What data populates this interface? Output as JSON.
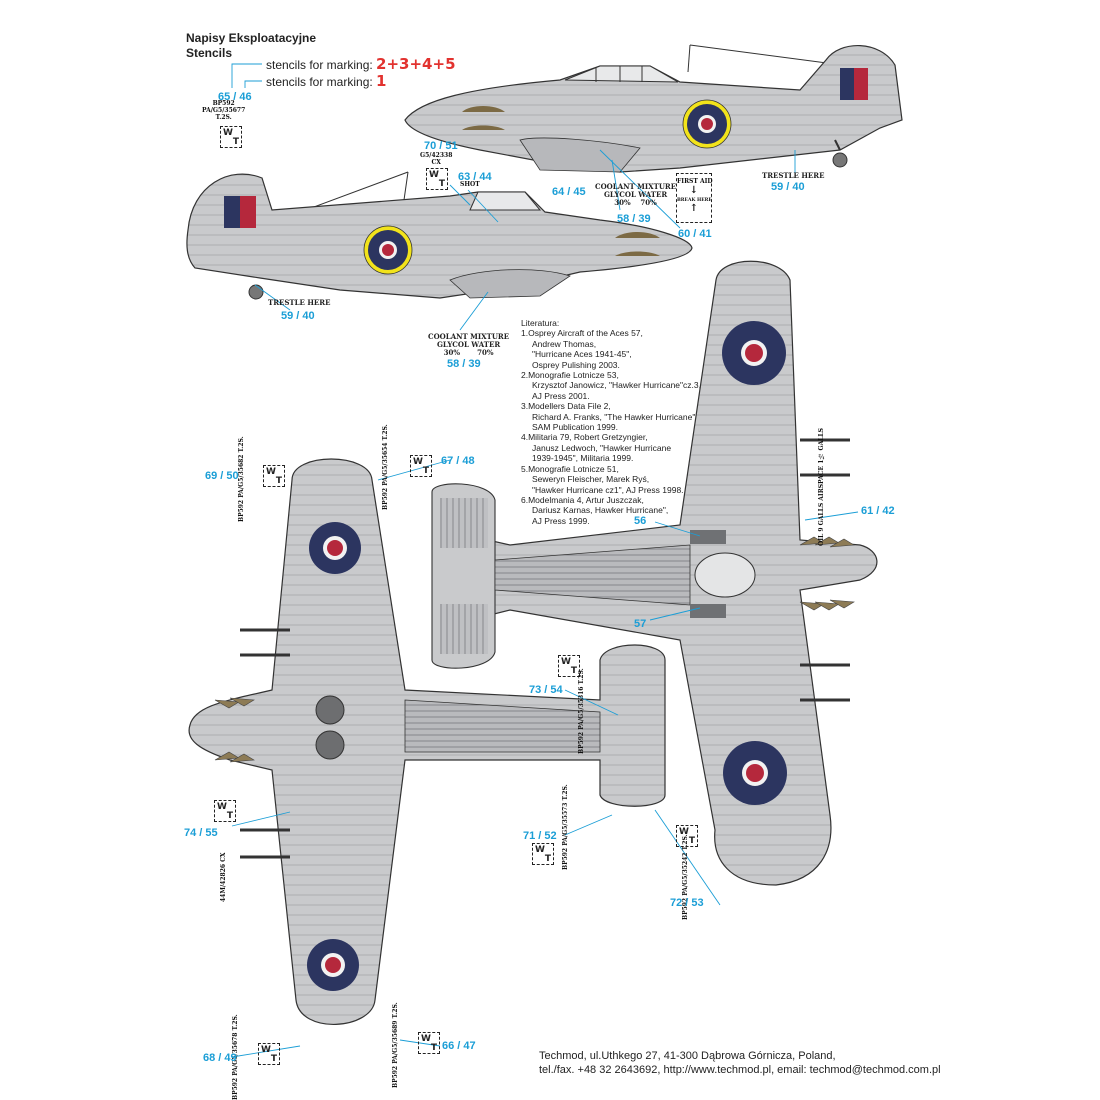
{
  "header": {
    "title_pl": "Napisy Eksploatacyjne",
    "title_en": "Stencils"
  },
  "legend": [
    {
      "label": "stencils for marking:",
      "numbers": "2+3+4+5"
    },
    {
      "label": "stencils for marking:",
      "numbers": "1"
    }
  ],
  "callouts": {
    "c65_46": "65 / 46",
    "c70_51": "70 / 51",
    "c63_44": "63 / 44",
    "c64_45": "64 / 45",
    "c58_39_top": "58 / 39",
    "c60_41": "60 / 41",
    "c59_40_top": "59 / 40",
    "c59_40_mid": "59 / 40",
    "c58_39_mid": "58 / 39",
    "c69_50": "69 / 50",
    "c67_48": "67 / 48",
    "c56": "56",
    "c57": "57",
    "c61_42": "61 / 42",
    "c73_54": "73 / 54",
    "c74_55": "74 / 55",
    "c71_52": "71 / 52",
    "c72_53": "72 / 53",
    "c68_49": "68 / 49",
    "c66_47": "66 / 47"
  },
  "stencils": {
    "bp592_top": [
      "BP592",
      "PA/G5/35677",
      "T.2S."
    ],
    "g5_cx": [
      "G5/42338",
      "CX"
    ],
    "shot": "SHOT",
    "coolant_title": [
      "COOLANT MIXTURE",
      "GLYCOL WATER"
    ],
    "coolant_pct": [
      "30%",
      "70%"
    ],
    "first_aid": "FIRST AID",
    "break_here": "BREAK HERE",
    "trestle": "TRESTLE HERE",
    "wt_w": "W",
    "wt_t": "T",
    "v69": "BP592 PA/G5/35682 T.2S.",
    "v67": "BP592 PA/G5/35654 T.2S.",
    "v73": "BP592 PA/G5/35316 T.2S.",
    "v74": "44M/42826 CX",
    "v71": "BP592 PA/G5/35573 T.2S.",
    "v72": "BP592 PA/G5/35242 T.2S.",
    "v68": "BP592 PA/G5/35678 T.2S.",
    "v66": "BP592 PA/G5/35689 T.2S.",
    "oil": "OIL 9 GALLS AIRSPACE 1½ GALLS"
  },
  "literature": {
    "heading": "Literatura:",
    "lines": [
      "1.Osprey Aircraft of the Aces 57,",
      "Andrew Thomas,",
      "\"Hurricane Aces 1941-45\",",
      "Osprey Pulishing 2003.",
      "2.Monografie Lotnicze 53,",
      "Krzysztof Janowicz, \"Hawker Hurricane\"cz.3,",
      "AJ Press 2001.",
      "3.Modellers Data File 2,",
      "Richard A. Franks, \"The Hawker Hurricane\"",
      "SAM Publication 1999.",
      "4.Militaria 79, Robert Gretzyngier,",
      "Janusz Ledwoch, \"Hawker Hurricane",
      "1939-1945\", Militaria 1999.",
      "5.Monografie Lotnicze 51,",
      "Seweryn Fleischer, Marek Ryś,",
      "\"Hawker Hurricane cz1\", AJ Press 1998.",
      "6.Modelmania 4, Artur Juszczak,",
      "Dariusz Karnas, Hawker Hurricane\",",
      "AJ Press 1999."
    ]
  },
  "footer": {
    "line1": "Techmod, ul.Uthkego 27, 41-300 Dąbrowa Górnicza, Poland,",
    "line2": "tel./fax. +48 32 2643692, http://www.techmod.pl, email: techmod@techmod.com.pl"
  },
  "colors": {
    "accent_callout": "#1b9ed6",
    "legend_red": "#e2322f",
    "airframe_grey": "#c9cacc",
    "roundel_blue": "#2c3560",
    "roundel_red": "#b5283c",
    "roundel_yellow": "#f2e31b",
    "fin_red": "#b5283c",
    "fin_blue": "#2c3560"
  }
}
